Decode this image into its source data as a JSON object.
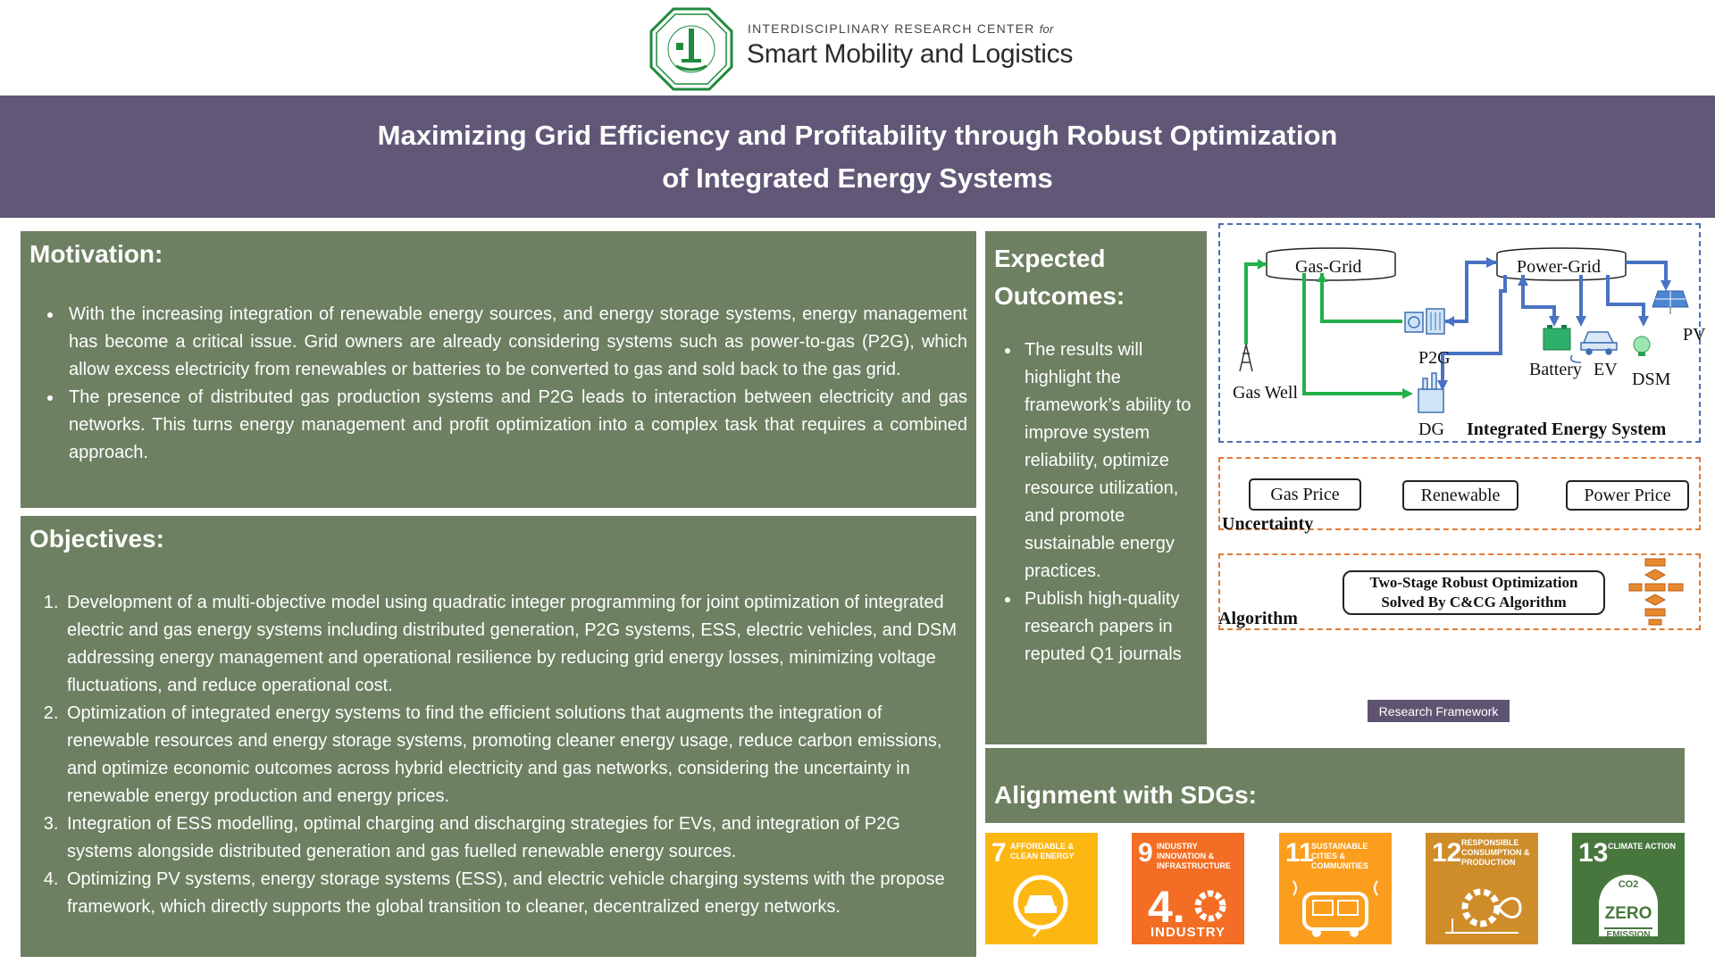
{
  "header": {
    "center_subtitle": "INTERDISCIPLINARY RESEARCH CENTER",
    "center_subtitle_for": "for",
    "center_name": "Smart Mobility and Logistics",
    "logo_icon": "kfupm-seal-icon"
  },
  "banner": {
    "title_line1": "Maximizing Grid Efficiency and Profitability through Robust Optimization",
    "title_line2": "of Integrated Energy Systems"
  },
  "motivation": {
    "heading": "Motivation:",
    "bullets": [
      "With the increasing integration of renewable energy sources, and energy storage systems, energy management has become a critical issue. Grid owners are already considering systems such as power-to-gas (P2G), which allow excess electricity from renewables or batteries to be converted to gas and sold back to the gas grid.",
      "The presence of distributed gas production systems and P2G leads to interaction between electricity and gas networks. This turns energy management and profit optimization into a complex task that requires a combined approach."
    ]
  },
  "objectives": {
    "heading": "Objectives:",
    "items": [
      "Development of a multi-objective model using quadratic integer programming for joint optimization of integrated electric and gas energy systems including distributed generation, P2G systems, ESS, electric vehicles, and DSM addressing energy management and operational resilience by reducing grid energy losses, minimizing voltage fluctuations, and reduce operational cost.",
      "Optimization of integrated energy systems to find the efficient solutions that augments the integration of renewable resources and energy storage systems, promoting cleaner energy usage, reduce carbon emissions, and optimize economic outcomes across hybrid electricity and gas networks, considering the uncertainty in renewable energy production and energy prices.",
      "Integration of ESS modelling, optimal charging and discharging strategies for EVs, and integration of P2G systems alongside distributed generation and gas fuelled renewable energy sources.",
      "Optimizing PV systems, energy storage systems (ESS), and electric vehicle charging systems with the propose framework, which directly supports the global transition to cleaner, decentralized energy networks."
    ]
  },
  "outcomes": {
    "heading_line1": "Expected",
    "heading_line2": "Outcomes:",
    "bullets": [
      "The results will highlight the framework’s ability to improve system reliability, optimize resource utilization, and promote sustainable energy practices.",
      "Publish high-quality research papers in reputed Q1 journals"
    ]
  },
  "framework": {
    "gas_grid": "Gas-Grid",
    "power_grid": "Power-Grid",
    "gas_well": "Gas Well",
    "p2g": "P2G",
    "dg": "DG",
    "battery": "Battery",
    "ev": "EV",
    "dsm": "DSM",
    "pv": "PV",
    "ies_title": "Integrated Energy System",
    "gas_price": "Gas Price",
    "renewable": "Renewable",
    "power_price": "Power Price",
    "uncertainty": "Uncertainty",
    "algo_line1": "Two-Stage Robust Optimization",
    "algo_line2": "Solved By C&CG Algorithm",
    "algorithm": "Algorithm",
    "caption": "Research Framework",
    "colors": {
      "blue_box": "#4a6fb5",
      "orange_box": "#e07b39",
      "green_flow": "#22b04b",
      "blue_flow": "#4a72c4"
    }
  },
  "sdgs": {
    "heading": "Alignment with SDGs:",
    "tiles": [
      {
        "num": "7",
        "label": "AFFORDABLE & CLEAN ENERGY",
        "color": "#fdb713",
        "icon": "ev-charging-icon"
      },
      {
        "num": "9",
        "label": "INDUSTRY INNOVATION & INFRASTRUCTURE",
        "color": "#f36e24",
        "icon": "industry-4-icon",
        "sub": "INDUSTRY"
      },
      {
        "num": "11",
        "label": "SUSTAINABLE CITIES & COMMUNITIES",
        "color": "#fb9e1e",
        "icon": "autonomous-bus-icon"
      },
      {
        "num": "12",
        "label": "RESPONSIBLE CONSUMPTION & PRODUCTION",
        "color": "#cf8d2a",
        "icon": "circular-economy-icon"
      },
      {
        "num": "13",
        "label": "CLIMATE ACTION",
        "color": "#48773e",
        "icon": "zero-emission-icon",
        "badge_top": "CO2",
        "badge_mid": "ZERO",
        "badge_bottom": "EMISSION"
      }
    ]
  }
}
